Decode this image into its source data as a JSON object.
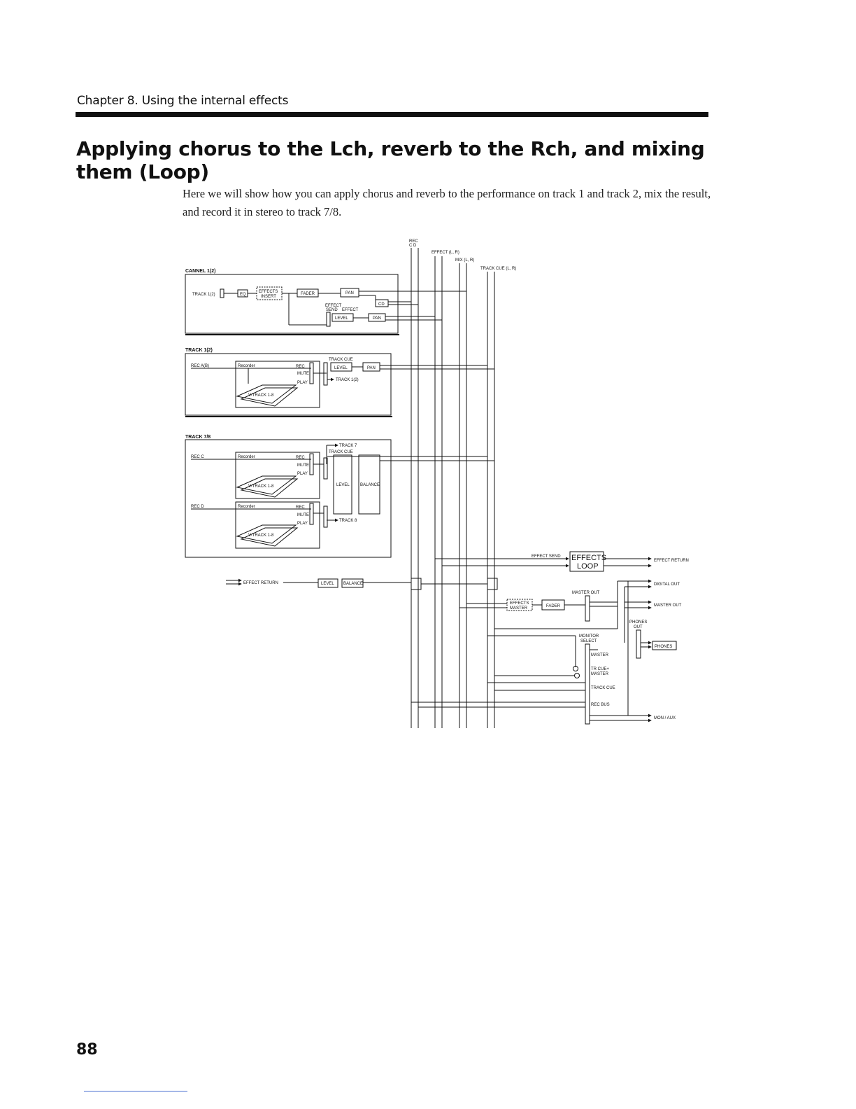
{
  "header": {
    "chapter": "Chapter 8. Using the internal effects"
  },
  "heading": "Applying chorus to the Lch, reverb to the Rch, and mixing them (Loop)",
  "intro": "Here we will show how you can apply chorus and reverb to the performance on track 1 and track 2, mix the result, and record it in stereo to track 7/8.",
  "diagram": {
    "bus_rec": "REC",
    "bus_cd": "C  D",
    "bus_effect": "EFFECT (L, R)",
    "bus_mix": "MIX (L, R)",
    "bus_trackcue": "TRACK CUE (L, R)",
    "channel_title": "CANNEL 1(2)",
    "ch_track": "TRACK 1(2)",
    "eq": "EQ",
    "effects_insert_1": "EFFECTS",
    "effects_insert_2": "INSERT",
    "fader": "FADER",
    "pan": "PAN",
    "cd": "CD",
    "effect_send_1": "EFFECT",
    "effect_send_2": "SEND",
    "effect": "EFFECT",
    "level": "LEVEL",
    "track12_title": "TRACK 1(2)",
    "rec_ab": "REC A(B)",
    "recorder": "Recorder",
    "rec": "REC",
    "mute": "MUTE",
    "play": "PLAY",
    "vtrack": "V-TRACK 1-8",
    "track_cue": "TRACK CUE",
    "track12_out": "TRACK 1(2)",
    "track78_title": "TRACK 7/8",
    "rec_c": "REC C",
    "rec_d": "REC D",
    "track7": "TRACK 7",
    "track8": "TRACK 8",
    "balance": "BALANCE",
    "effect_return_in": "EFFECT RETURN",
    "effect_send_label": "EFFECT SEND",
    "effects_loop_1": "EFFECTS",
    "effects_loop_2": "LOOP",
    "effect_return_out": "EFFECT RETURN",
    "digital_out": "DIGITAL OUT",
    "master_out_label": "MASTER OUT",
    "master_out": "MASTER OUT",
    "effects_master_1": "EFFECTS",
    "effects_master_2": "MASTER",
    "phones_out_1": "PHONES",
    "phones_out_2": "OUT",
    "phones": "PHONES",
    "monitor_select_1": "MONITOR",
    "monitor_select_2": "SELECT",
    "mon_master": "MASTER",
    "mon_trcue_1": "TR CUE+",
    "mon_trcue_2": "MASTER",
    "mon_trackcue": "TRACK CUE",
    "mon_recbus": "REC BUS",
    "mon_aux": "MON / AUX"
  },
  "page_number": "88"
}
